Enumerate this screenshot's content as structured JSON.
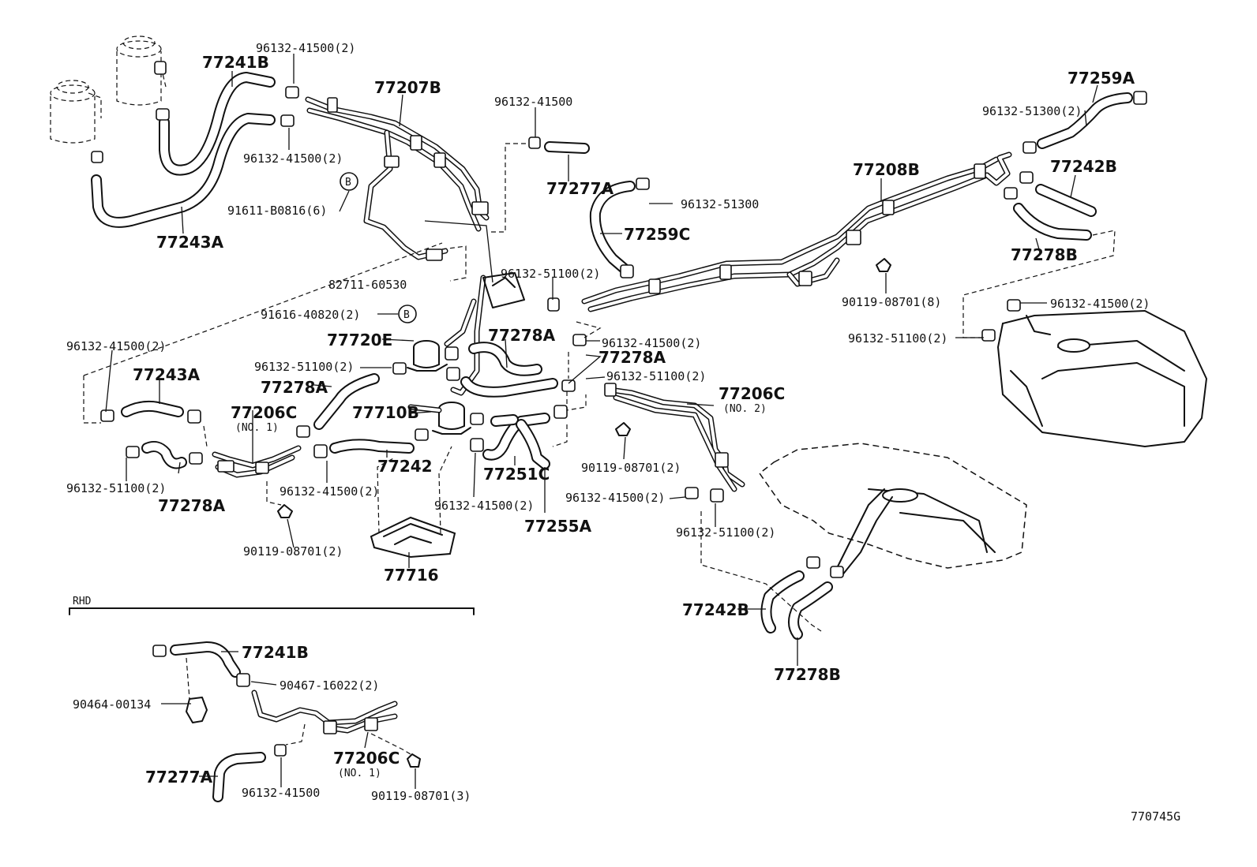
{
  "diagram_code": "770745G",
  "section_label": "RHD",
  "labels": {
    "l77241B": "77241B",
    "l96132_41500_2_top": "96132-41500(2)",
    "l77207B": "77207B",
    "l96132_41500_a": "96132-41500",
    "l96132_41500_2_b": "96132-41500(2)",
    "lB1": "B",
    "l91611": "91611-B0816(6)",
    "l77243A_top": "77243A",
    "l77277A_top": "77277A",
    "l77259A": "77259A",
    "l96132_51300_2": "96132-51300(2)",
    "l77208B": "77208B",
    "l77242B_r": "77242B",
    "l96132_51300": "96132-51300",
    "l77259C": "77259C",
    "l77278B_r": "77278B",
    "l82711": "82711-60530",
    "l96132_51100_2_a": "96132-51100(2)",
    "l91616": "91616-40820(2)",
    "lB2": "B",
    "l90119_8": "90119-08701(8)",
    "l96132_41500_2_r": "96132-41500(2)",
    "l96132_51100_2_r": "96132-51100(2)",
    "l77720E": "77720E",
    "l77278A_a": "77278A",
    "l96132_41500_2_c": "96132-41500(2)",
    "l77278A_b": "77278A",
    "l96132_41500_2_left": "96132-41500(2)",
    "l96132_51100_2_b": "96132-51100(2)",
    "l96132_51100_2_c": "96132-51100(2)",
    "l77243A_mid": "77243A",
    "l77278A_c": "77278A",
    "l77206C_2": "77206C",
    "lno2": "(NO. 2)",
    "l77710B": "77710B",
    "l77206C_1": "77206C",
    "lno1": "(NO. 1)",
    "l96132_51100_2_d": "96132-51100(2)",
    "l77278A_d": "77278A",
    "l77242": "77242",
    "l77251C": "77251C",
    "l96132_41500_2_d": "96132-41500(2)",
    "l90119_2_a": "90119-08701(2)",
    "l96132_41500_2_e": "96132-41500(2)",
    "l96132_41500_2_f": "96132-41500(2)",
    "l77255A": "77255A",
    "l96132_51100_2_e": "96132-51100(2)",
    "l90119_2_b": "90119-08701(2)",
    "l77716": "77716",
    "l77242B_b": "77242B",
    "l77278B_b": "77278B",
    "l77241B_rhd": "77241B",
    "l90467": "90467-16022(2)",
    "l90464": "90464-00134",
    "l77206C_rhd": "77206C",
    "lno1_rhd": "(NO. 1)",
    "l77277A_rhd": "77277A",
    "l96132_41500_rhd": "96132-41500",
    "l90119_3": "90119-08701(3)"
  }
}
